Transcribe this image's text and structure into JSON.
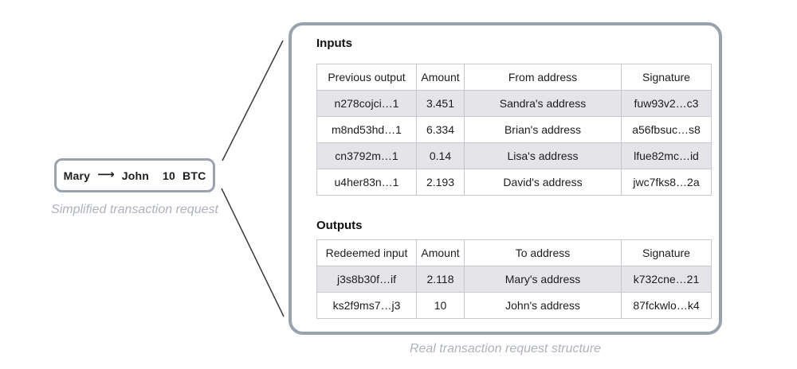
{
  "diagram": {
    "simplified": {
      "sender": "Mary",
      "arrow": "⟶",
      "receiver": "John",
      "amount": "10",
      "currency": "BTC",
      "caption": "Simplified transaction request"
    },
    "real": {
      "caption": "Real transaction request structure",
      "inputs": {
        "title": "Inputs",
        "headers": [
          "Previous output",
          "Amount",
          "From address",
          "Signature"
        ],
        "rows": [
          [
            "n278cojci…1",
            "3.451",
            "Sandra's address",
            "fuw93v2…c3"
          ],
          [
            "m8nd53hd…1",
            "6.334",
            "Brian's address",
            "a56fbsuc…s8"
          ],
          [
            "cn3792m…1",
            "0.14",
            "Lisa's address",
            "lfue82mc…id"
          ],
          [
            "u4her83n…1",
            "2.193",
            "David's address",
            "jwc7fks8…2a"
          ]
        ]
      },
      "outputs": {
        "title": "Outputs",
        "headers": [
          "Redeemed input",
          "Amount",
          "To address",
          "Signature"
        ],
        "rows": [
          [
            "j3s8b30f…if",
            "2.118",
            "Mary's address",
            "k732cne…21"
          ],
          [
            "ks2f9ms7…j3",
            "10",
            "John's address",
            "87fckwlo…k4"
          ]
        ]
      }
    }
  },
  "colors": {
    "box-border": "#9aa3ad",
    "row-shaded": "#e4e4e9",
    "table-border": "#c7c8cd",
    "caption-text": "#aeb2ba",
    "line": "#3a3a3c",
    "text": "#1d1d1f"
  }
}
